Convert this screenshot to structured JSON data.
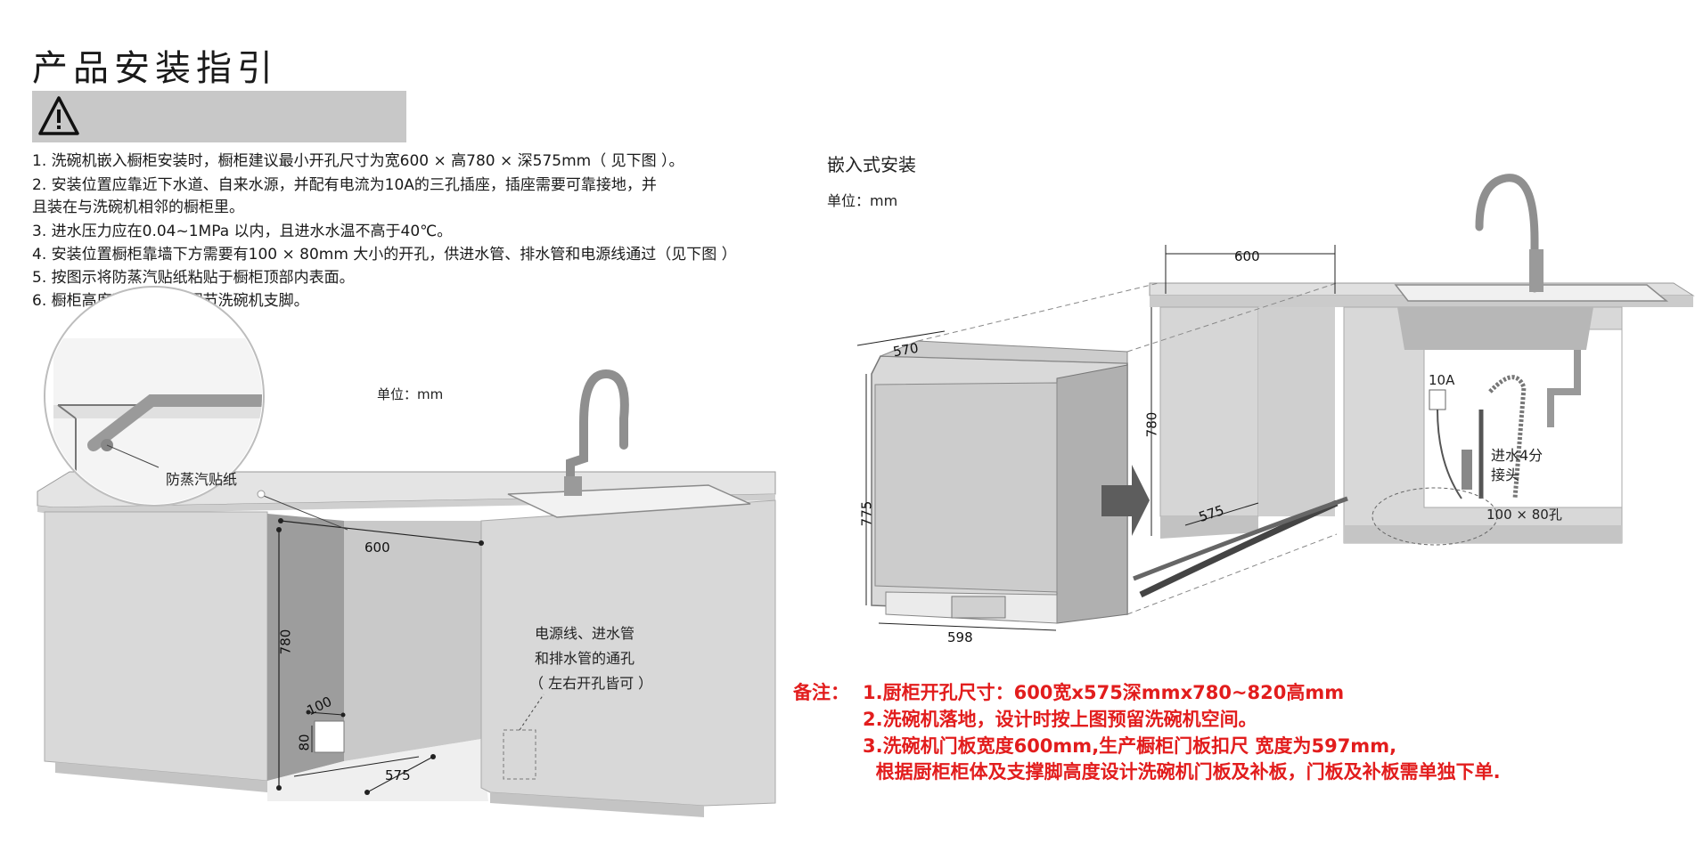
{
  "title": "产品安装指引",
  "instructions": [
    "1. 洗碗机嵌入橱柜安装时，橱柜建议最小开孔尺寸为宽600 × 高780 × 深575mm（ 见下图 ）。",
    "2. 安装位置应靠近下水道、自来水源，并配有电流为10A的三孔插座，插座需要可靠接地，并",
    "    且装在与洗碗机相邻的橱柜里。",
    "3. 进水压力应在0.04~1MPa 以内，且进水水温不高于40℃。",
    "4. 安装位置橱柜靠墙下方需要有100 × 80mm 大小的开孔，供进水管、排水管和电源线通过（见下图 ）",
    "5. 按图示将防蒸汽贴纸粘贴于橱柜顶部内表面。",
    "6. 橱柜高度不合适时，调节洗碗机支脚。"
  ],
  "left": {
    "unit": "单位：mm",
    "sticker": "防蒸汽贴纸",
    "dim_width": "600",
    "dim_height": "780",
    "dim_depth": "575",
    "dim_hole_w": "100",
    "dim_hole_h": "80",
    "hole_note_1": "电源线、进水管",
    "hole_note_2": "和排水管的通孔",
    "hole_note_3": "（ 左右开孔皆可 ）"
  },
  "right": {
    "title": "嵌入式安装",
    "unit": "单位：mm",
    "dim_top": "600",
    "dim_depth_machine": "570",
    "dim_height_cabinet": "780",
    "dim_height_machine": "775",
    "dim_depth_cabinet": "575",
    "dim_width_machine": "598",
    "socket": "10A",
    "water_1": "进水4分",
    "water_2": "接头",
    "hole": "100 × 80孔"
  },
  "notes": {
    "label": "备注：",
    "lines": [
      "1.厨柜开孔尺寸：600宽x575深mmx780~820高mm",
      "2.洗碗机落地，设计时按上图预留洗碗机空间。",
      "3.洗碗机门板宽度600mm,生产橱柜门板扣尺 宽度为597mm,",
      "  根据厨柜柜体及支撑脚高度设计洗碗机门板及补板，门板及补板需单独下单."
    ]
  }
}
